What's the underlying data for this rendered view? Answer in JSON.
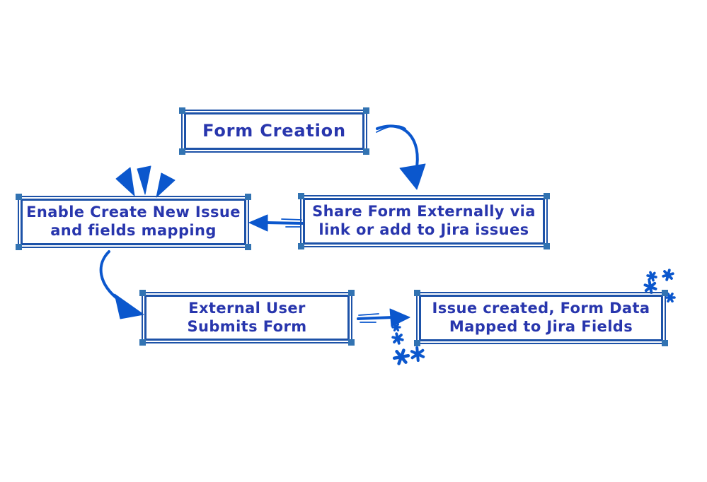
{
  "diagram": {
    "nodes": [
      {
        "id": "form-creation",
        "label": "Form Creation"
      },
      {
        "id": "share-form",
        "label": "Share Form Externally via\nlink or add to Jira issues"
      },
      {
        "id": "enable-create-issue",
        "label": "Enable Create New Issue\nand fields mapping"
      },
      {
        "id": "external-user-submits",
        "label": "External User\nSubmits Form"
      },
      {
        "id": "issue-created",
        "label": "Issue created, Form Data\nMapped to Jira Fields"
      }
    ],
    "edges": [
      {
        "from": "form-creation",
        "to": "share-form",
        "style": "curved-down-right"
      },
      {
        "from": "share-form",
        "to": "enable-create-issue",
        "style": "straight-left"
      },
      {
        "from": "enable-create-issue",
        "to": "external-user-submits",
        "style": "curved-down-right"
      },
      {
        "from": "external-user-submits",
        "to": "issue-created",
        "style": "straight-right"
      }
    ],
    "decorations": [
      {
        "id": "burst",
        "type": "emphasis-rays",
        "near": "enable-create-issue"
      },
      {
        "id": "sparkles-top-right",
        "type": "sparkles",
        "near": "issue-created"
      },
      {
        "id": "sparkles-bottom-left",
        "type": "sparkles",
        "near": "issue-created"
      }
    ],
    "colors": {
      "ink": "#2836ad",
      "border": "#1d52a8",
      "handle": "#3273b2",
      "accent": "#0b57cd",
      "background": "#ffffff"
    }
  }
}
